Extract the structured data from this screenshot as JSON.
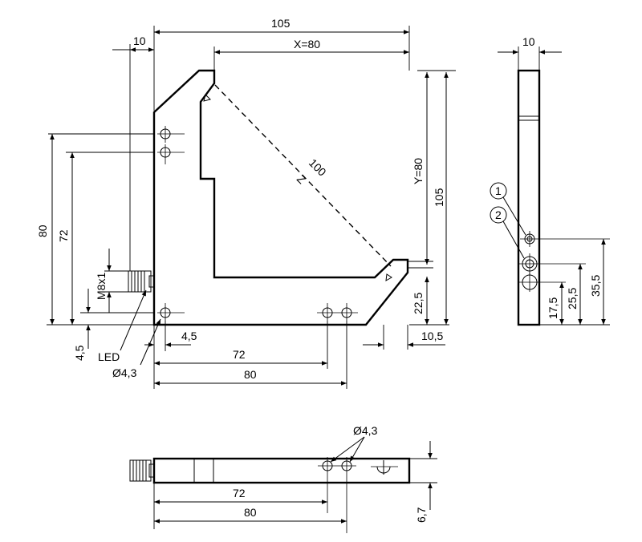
{
  "dimensions": {
    "top_width": "105",
    "left_offset": "10",
    "gap_x": "X=80",
    "diagonal": "100",
    "z_label": "Z",
    "gap_y": "Y=80",
    "right_height": "105",
    "left_height_80": "80",
    "left_height_72": "72",
    "connector": "M8x1",
    "bottom_offset": "4,5",
    "led": "LED",
    "hole_diameter_front": "Ø4,3",
    "hole_offset_x": "4,5",
    "hole_spacing_72": "72",
    "hole_spacing_80": "80",
    "emitter_height": "22,5",
    "emitter_offset": "10,5",
    "side_width": "10",
    "callout_1": "1",
    "callout_2": "2",
    "side_17_5": "17,5",
    "side_25_5": "25,5",
    "side_35_5": "35,5",
    "bottom_hole_diameter": "Ø4,3",
    "bottom_72": "72",
    "bottom_80": "80",
    "thickness": "6,7"
  }
}
